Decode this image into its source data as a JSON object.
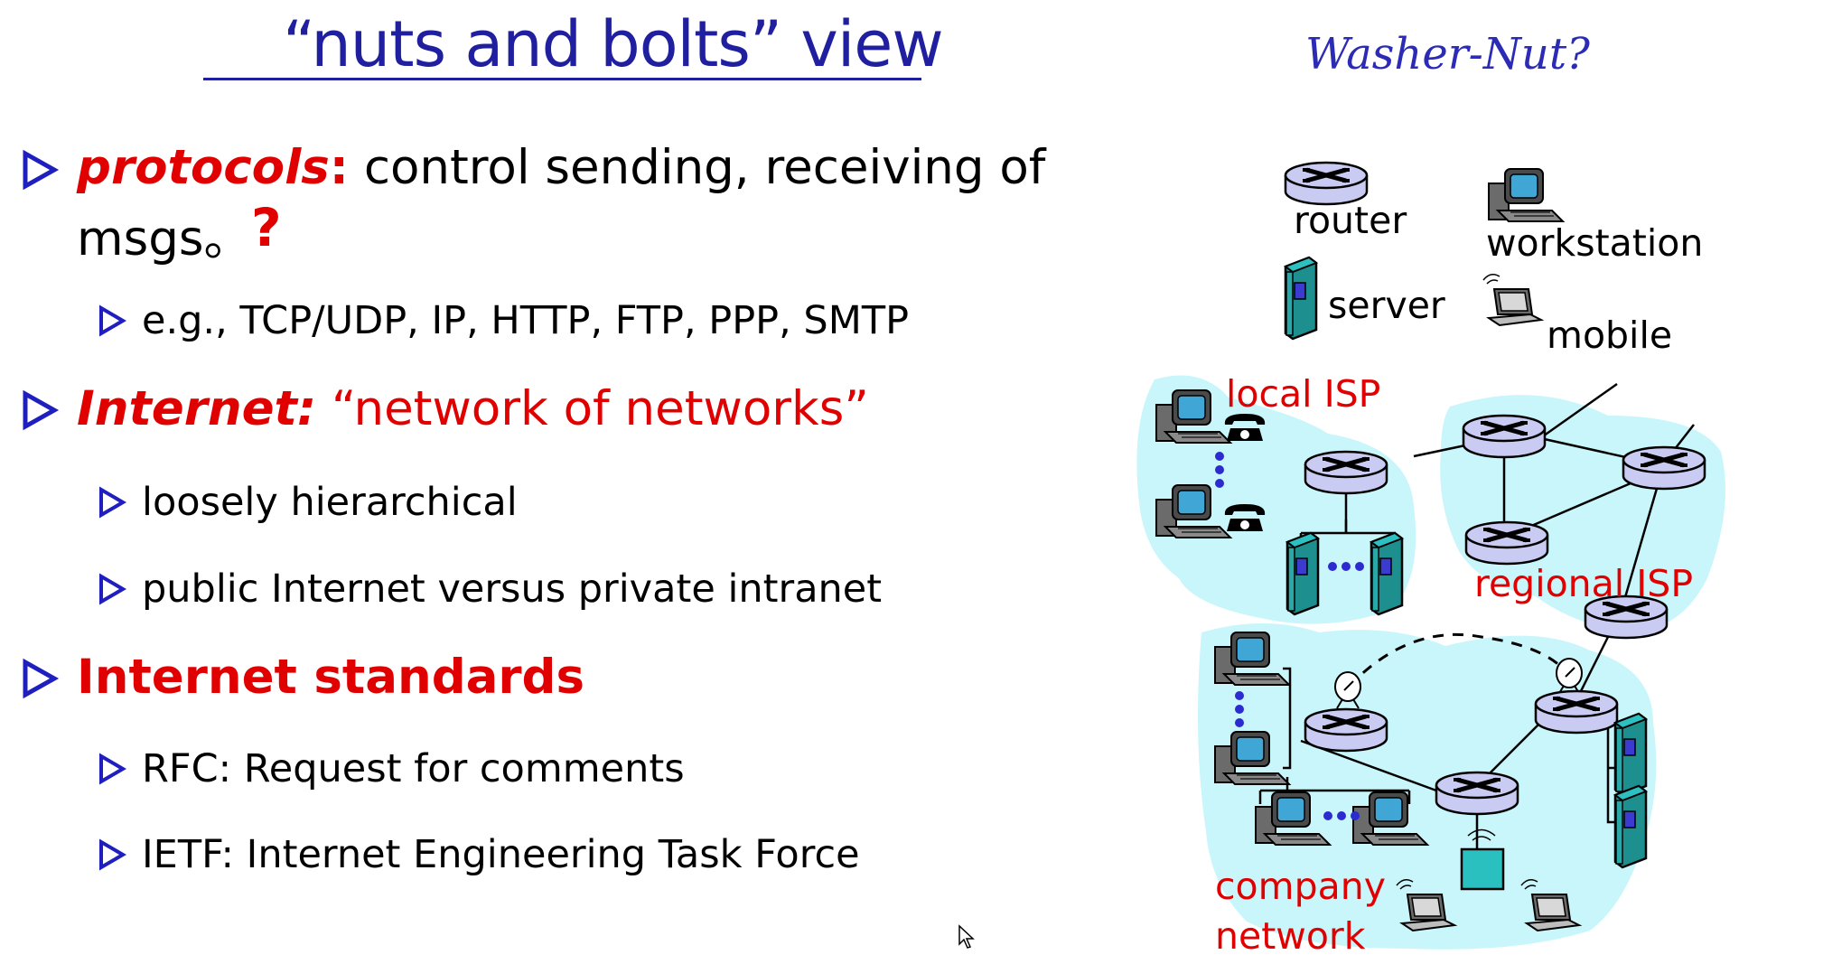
{
  "slide": {
    "title": "“nuts and bolts” view",
    "side_title": "Washer-Nut?",
    "bullets": [
      {
        "term": "protocols",
        "colon": ":",
        "text": " control sending, receiving of",
        "text2": "msgs。",
        "mark": "?",
        "sub": [
          "e.g., TCP/UDP, IP, HTTP, FTP,  PPP,  SMTP"
        ]
      },
      {
        "term": "Internet:",
        "text": " “network of networks”",
        "sub": [
          "loosely hierarchical",
          "public Internet versus private intranet"
        ]
      },
      {
        "term": "Internet standards",
        "sub": [
          "RFC: Request for comments",
          "IETF: Internet Engineering Task Force"
        ]
      }
    ]
  },
  "diagram": {
    "legend": {
      "router": "router",
      "workstation": "workstation",
      "server": "server",
      "mobile": "mobile"
    },
    "regions": {
      "local_isp": "local ISP",
      "regional_isp": "regional ISP",
      "company_network_1": "company",
      "company_network_2": "network"
    }
  },
  "colors": {
    "title_blue": "#1f1f9f",
    "accent_red": "#e00000",
    "bullet_blue": "#1f1fbf",
    "cloud": "#c8f6fb",
    "router_fill": "#c9cbf2",
    "server_fill": "#2aa7a7"
  }
}
